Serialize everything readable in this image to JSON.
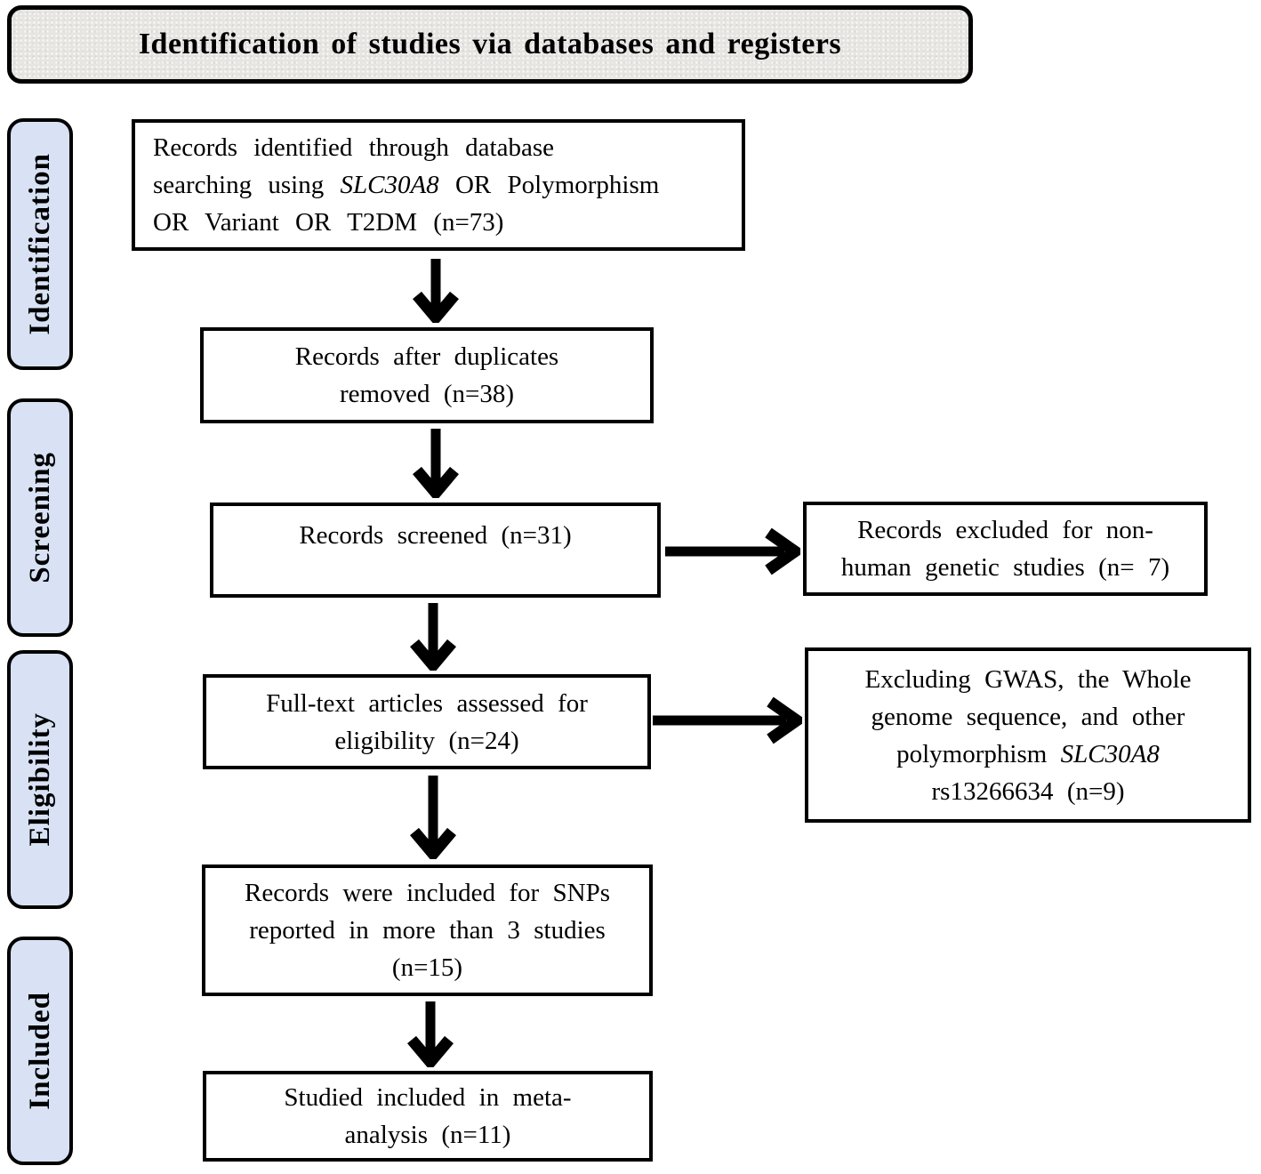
{
  "header": {
    "title": "Identification of studies via databases and registers"
  },
  "stages": [
    {
      "label": "Identification"
    },
    {
      "label": "Screening"
    },
    {
      "label": "Eligibility"
    },
    {
      "label": "Included"
    }
  ],
  "flow": {
    "identified": {
      "line1": "Records identified through database",
      "line2_pre": "searching using ",
      "line2_gene": "SLC30A8",
      "line2_post": " OR Polymorphism",
      "line3": "OR Variant OR T2DM (n=73)"
    },
    "duplicates": {
      "line1": "Records after duplicates",
      "line2": "removed (n=38)"
    },
    "screened": {
      "line1": "Records screened (n=31)"
    },
    "fulltext": {
      "line1": "Full-text articles assessed for",
      "line2": "eligibility (n=24)"
    },
    "snps": {
      "line1": "Records were included for SNPs",
      "line2": "reported in more than 3 studies",
      "line3": "(n=15)"
    },
    "meta": {
      "line1": "Studied included in meta-",
      "line2": "analysis (n=11)"
    }
  },
  "exclusions": {
    "nonhuman": {
      "line1": "Records excluded for non-",
      "line2": "human genetic studies (n= 7)"
    },
    "gwas": {
      "line1": "Excluding GWAS, the Whole",
      "line2": "genome sequence, and other",
      "line3_pre": "polymorphism ",
      "line3_gene": "SLC30A8",
      "line4": "rs13266634  (n=9)"
    }
  },
  "colors": {
    "stage_fill": "#d8e2f4",
    "header_fill": "#e6e5e2",
    "box_fill": "#ffffff",
    "border": "#000000",
    "arrow": "#000000"
  }
}
